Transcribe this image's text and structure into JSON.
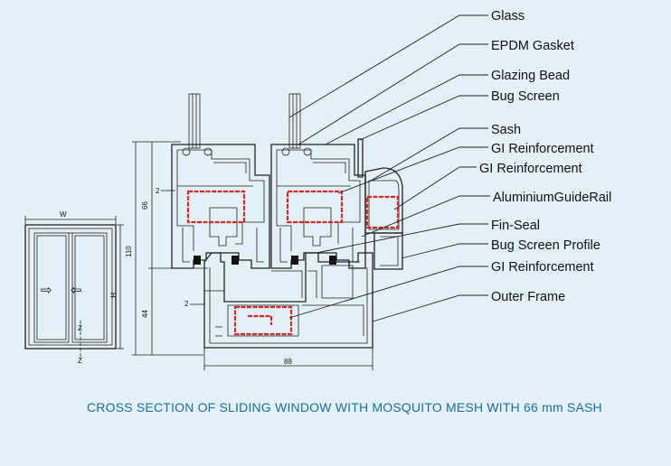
{
  "callouts": [
    "Glass",
    "EPDM Gasket",
    "Glazing Bead",
    "Bug Screen",
    "Sash",
    "GI Reinforcement",
    "GI Reinforcement",
    "AluminiumGuideRail",
    "Fin-Seal",
    "Bug Screen Profile",
    "GI Reinforcement",
    "Outer Frame"
  ],
  "dimensions": {
    "sash_height": "66",
    "total_height": "110",
    "frame_height": "44",
    "frame_width": "88",
    "gap_upper": "2",
    "gap_lower": "2"
  },
  "elevation": {
    "width_label": "W",
    "height_label": "H",
    "left_arrow": "⇨",
    "right_arrow": "⇦",
    "axis_top": "Z",
    "axis_bottom": "Z"
  },
  "caption": "CROSS SECTION OF SLIDING WINDOW WITH MOSQUITO MESH WITH 66 mm SASH",
  "colors": {
    "background": "#e3f0f8",
    "reinforcement": "#d32a2a",
    "caption": "#1c6f95"
  }
}
